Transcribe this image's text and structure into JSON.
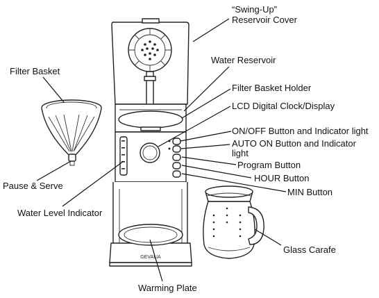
{
  "labels": {
    "swing_up_cover": [
      "“Swing-Up”",
      "Reservoir Cover"
    ],
    "water_reservoir": "Water Reservoir",
    "filter_basket_holder": "Filter Basket Holder",
    "lcd_display": "LCD Digital Clock/Display",
    "on_off_button": "ON/OFF Button and Indicator light",
    "auto_on_button": [
      "AUTO ON Button and Indicator",
      "light"
    ],
    "program_button": "Program Button",
    "hour_button": "HOUR Button",
    "min_button": "MIN Button",
    "glass_carafe": "Glass Carafe",
    "filter_basket": "Filter Basket",
    "pause_serve": "Pause & Serve",
    "water_level_indicator": "Water Level Indicator",
    "warming_plate": "Warming Plate"
  },
  "brand_logo": "GEVALIA"
}
